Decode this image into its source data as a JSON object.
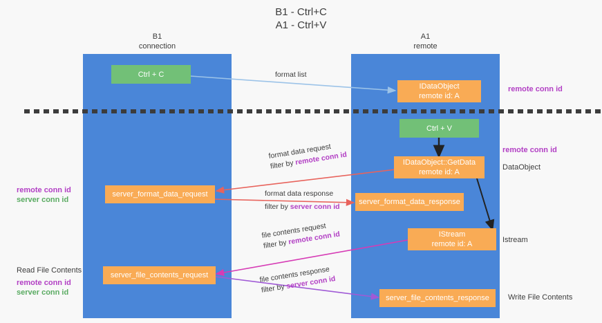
{
  "title": {
    "line1": "B1 - Ctrl+C",
    "line2": "A1 - Ctrl+V"
  },
  "columns": [
    {
      "name": "B1",
      "sub": "connection"
    },
    {
      "name": "A1",
      "sub": "remote"
    }
  ],
  "nodes": {
    "ctrl_c": {
      "label": "Ctrl + C"
    },
    "ctrl_v": {
      "label": "Ctrl + V"
    },
    "idataobject": {
      "line1": "IDataObject",
      "line2": "remote id: A"
    },
    "idataobject_getdata": {
      "line1": "IDataObject::GetData",
      "line2": "remote id: A"
    },
    "istream": {
      "line1": "IStream",
      "line2": "remote id: A"
    },
    "server_format_data_request": {
      "label": "server_format_data_request"
    },
    "server_format_data_response": {
      "label": "server_format_data_response"
    },
    "server_file_contents_request": {
      "label": "server_file_contents_request"
    },
    "server_file_contents_response": {
      "label": "server_file_contents_response"
    }
  },
  "edge_labels": {
    "format_list": "format list",
    "format_data_request": "format data request",
    "format_data_request_filter_prefix": "filter by ",
    "format_data_request_filter_key": "remote conn id",
    "format_data_response": "format data response",
    "format_data_response_filter_prefix": "filter by ",
    "format_data_response_filter_key": "server conn id",
    "file_contents_request": "file contents request",
    "file_contents_request_filter_prefix": "filter by ",
    "file_contents_request_filter_key": "remote conn id",
    "file_contents_response": "file contents response",
    "file_contents_response_filter_prefix": "filter by ",
    "file_contents_response_filter_key": "server conn id"
  },
  "right_labels": {
    "remote_conn_id_top": "remote conn id",
    "remote_conn_id_mid": "remote conn id",
    "dataobject": "DataObject",
    "istream": "Istream",
    "write_file_contents": "Write File Contents"
  },
  "left_labels": {
    "remote_conn_id_mid": "remote conn id",
    "server_conn_id_mid": "server conn id",
    "read_file_contents": "Read File Contents",
    "remote_conn_id_bottom": "remote conn id",
    "server_conn_id_bottom": "server conn id"
  },
  "colors": {
    "lane": "#4a86d8",
    "green_node": "#72c077",
    "orange_node": "#f9ab55",
    "purple_text": "#b23fc4",
    "green_text": "#5aab62",
    "arrow_blue": "#9cc3e8",
    "arrow_red": "#e8635c",
    "arrow_magenta": "#d63bb5",
    "arrow_violet": "#a05ad6",
    "arrow_black": "#222222",
    "divider": "#3c3c3c"
  }
}
